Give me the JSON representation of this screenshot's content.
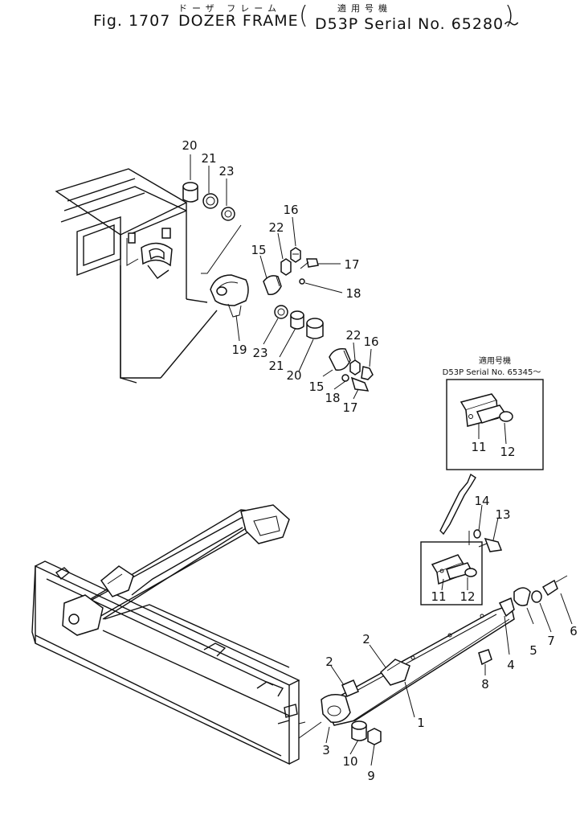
{
  "title": {
    "fig": "Fig. 1707",
    "name_jp": "ドーザ フレーム",
    "name_en": "DOZER FRAME",
    "applicable_jp": "適用号機",
    "applicable_en": "D53P Serial No. 65280～"
  },
  "inset": {
    "heading_jp": "適用号機",
    "heading_en": "D53P  Serial  No. 65345～"
  },
  "callouts": {
    "c1": "1",
    "c2a": "2",
    "c2b": "2",
    "c3": "3",
    "c4": "4",
    "c5": "5",
    "c6": "6",
    "c7": "7",
    "c8": "8",
    "c9": "9",
    "c10": "10",
    "c11a": "11",
    "c12a": "12",
    "c11b": "11",
    "c12b": "12",
    "c13": "13",
    "c14": "14",
    "c15a": "15",
    "c15b": "15",
    "c16a": "16",
    "c16b": "16",
    "c17a": "17",
    "c17b": "17",
    "c18a": "18",
    "c18b": "18",
    "c19": "19",
    "c20a": "20",
    "c20b": "20",
    "c21a": "21",
    "c21b": "21",
    "c22a": "22",
    "c22b": "22",
    "c23a": "23",
    "c23b": "23"
  }
}
